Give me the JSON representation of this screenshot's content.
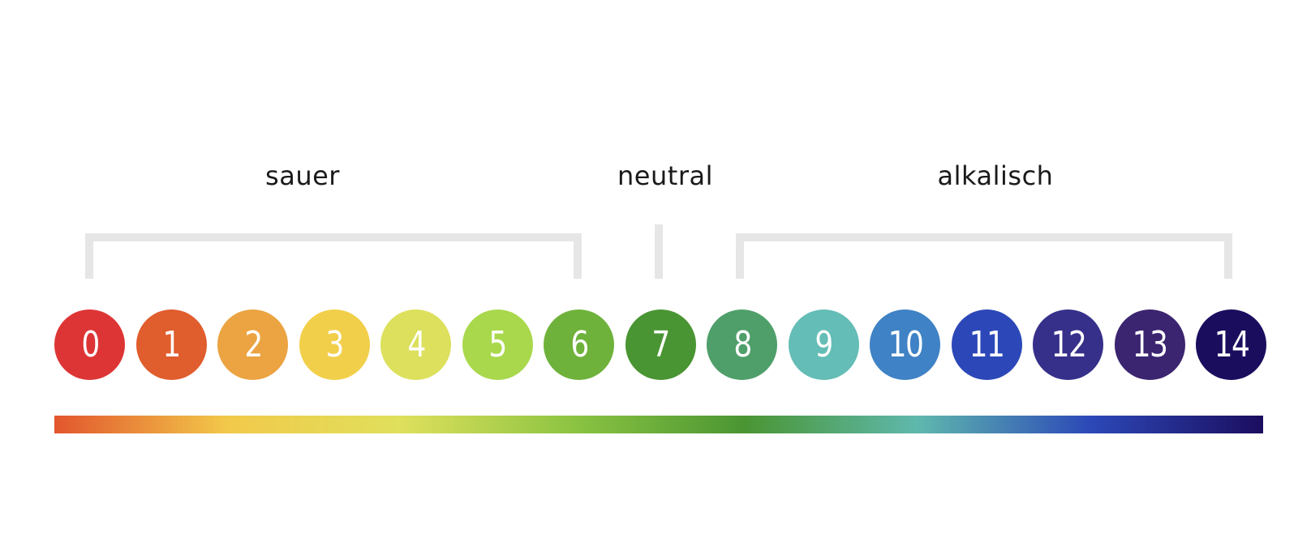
{
  "labels": {
    "acid": "sauer",
    "neutral": "neutral",
    "alkaline": "alkalisch"
  },
  "scale": [
    {
      "value": "0",
      "color": "#dd3535"
    },
    {
      "value": "1",
      "color": "#e05d2d"
    },
    {
      "value": "2",
      "color": "#eba441"
    },
    {
      "value": "3",
      "color": "#f2cf4a"
    },
    {
      "value": "4",
      "color": "#dce05c"
    },
    {
      "value": "5",
      "color": "#a9d84c"
    },
    {
      "value": "6",
      "color": "#6fb23b"
    },
    {
      "value": "7",
      "color": "#4a9533"
    },
    {
      "value": "8",
      "color": "#4f9f6a"
    },
    {
      "value": "9",
      "color": "#64bdb6"
    },
    {
      "value": "10",
      "color": "#3f82c5"
    },
    {
      "value": "11",
      "color": "#2c48b8"
    },
    {
      "value": "12",
      "color": "#36308a"
    },
    {
      "value": "13",
      "color": "#3b2470"
    },
    {
      "value": "14",
      "color": "#1b0d5e"
    }
  ],
  "gradient": [
    "#e2552d",
    "#f2c94a",
    "#dfe05c",
    "#8cc442",
    "#4a9533",
    "#5fb8ad",
    "#2c48b8",
    "#1b0d5e"
  ]
}
